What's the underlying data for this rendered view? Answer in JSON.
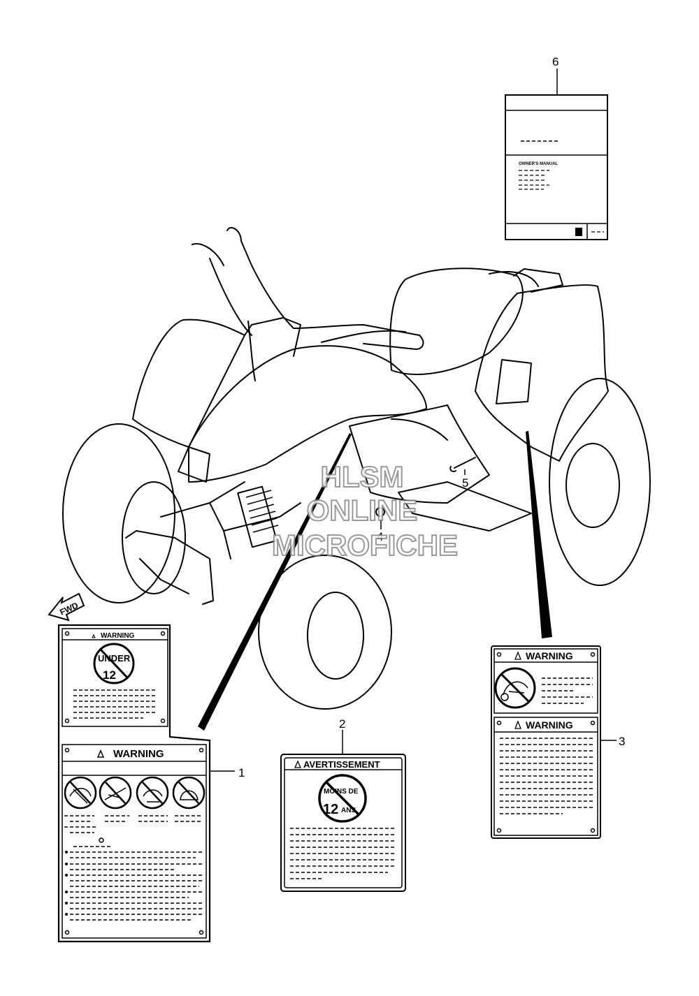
{
  "callouts": {
    "c1": "1",
    "c2": "2",
    "c3": "3",
    "c4": "4",
    "c5": "5",
    "c6": "6"
  },
  "fwd_label": "FWD",
  "watermark": {
    "line1": "HLSM",
    "line2": "ONLINE",
    "line3": "MICROFICHE"
  },
  "manual": {
    "title": "OWNER'S MANUAL"
  },
  "label1": {
    "top_header": "WARNING",
    "top_icon_line1": "UNDER",
    "top_icon_line2": "12",
    "main_header": "WARNING"
  },
  "label2": {
    "header": "AVERTISSEMENT",
    "icon_line1": "MOINS DE",
    "icon_num": "12",
    "icon_line2": "ANS"
  },
  "label3": {
    "top_header": "WARNING",
    "bottom_header": "WARNING"
  },
  "icons": {
    "warning_triangle": "warning-triangle-icon",
    "no_entry": "prohibition-icon"
  }
}
